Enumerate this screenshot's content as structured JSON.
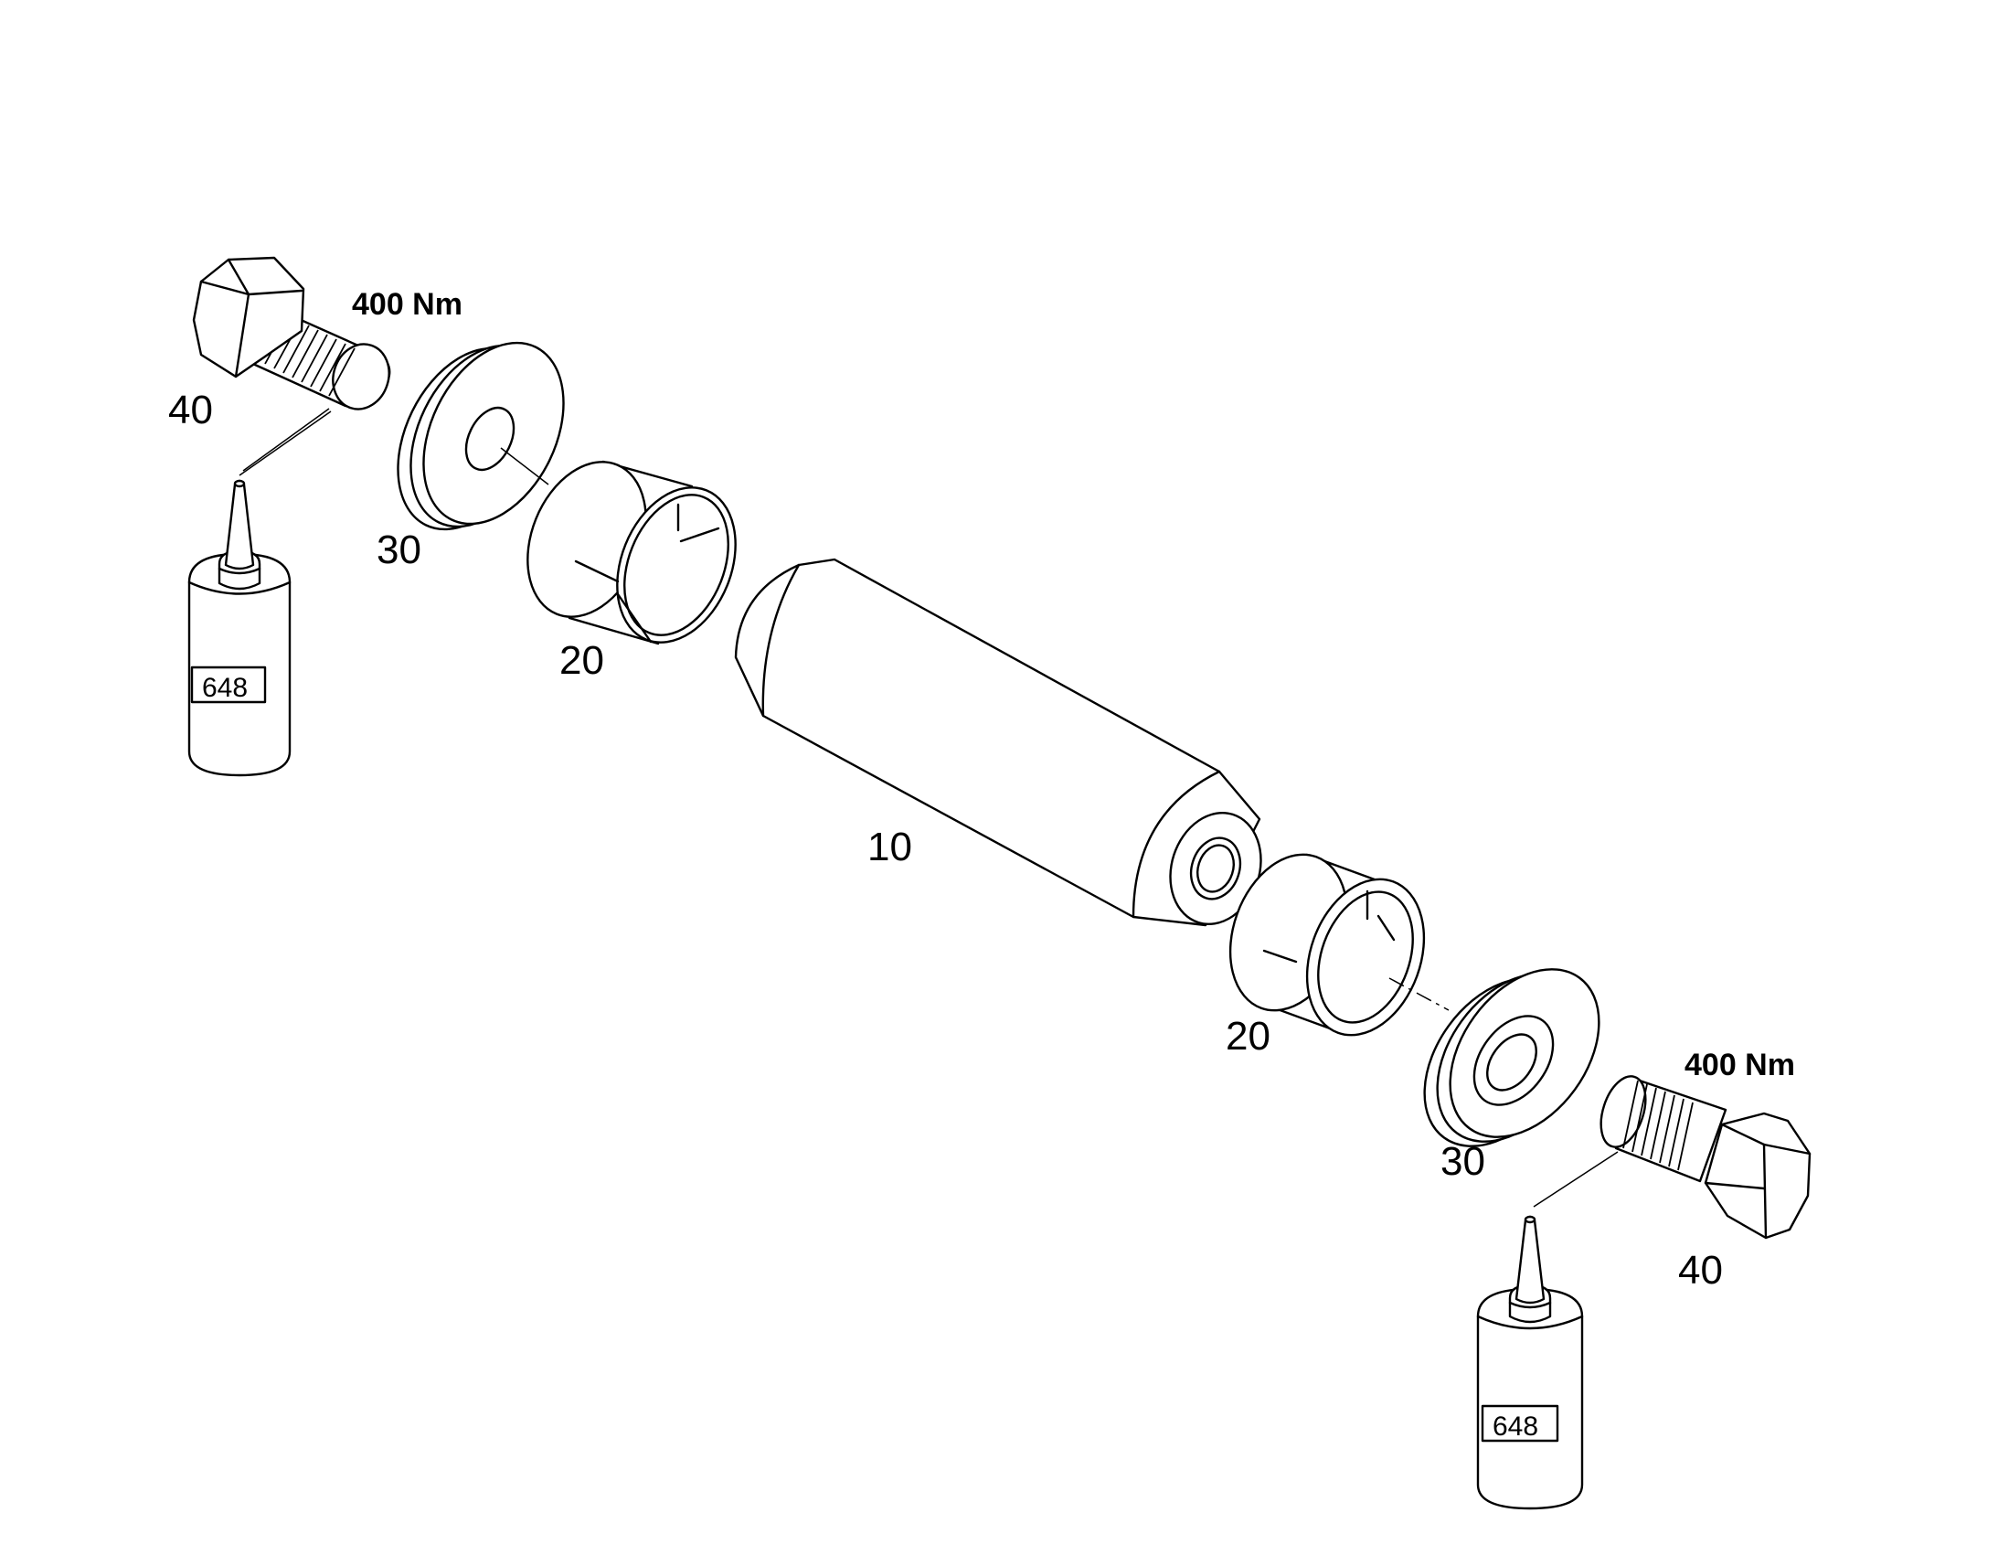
{
  "callouts": {
    "pin": "10",
    "bushing_left": "20",
    "bushing_right": "20",
    "washer_left": "30",
    "washer_right": "30",
    "bolt_left": "40",
    "bolt_right": "40"
  },
  "torque": {
    "left": "400 Nm",
    "right": "400 Nm"
  },
  "adhesive": {
    "left_label": "648",
    "right_label": "648"
  }
}
